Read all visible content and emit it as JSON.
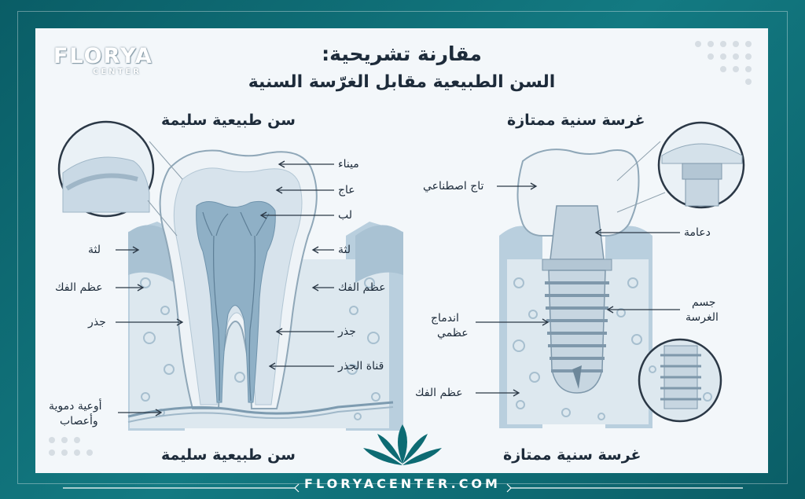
{
  "brand": {
    "logo_main": "FLORYA",
    "logo_sub": "CENTER",
    "footer_url": "FLORYACENTER.COM"
  },
  "titles": {
    "line1": "مقارنة تشريحية:",
    "line2": "السن الطبيعية مقابل الغرّسة السنية"
  },
  "natural": {
    "header_top": "سن طبيعية سليمة",
    "header_bottom": "سن طبيعية سليمة",
    "labels": {
      "enamel": "ميناء",
      "dentin": "عاج",
      "pulp": "لب",
      "gum_right": "لثة",
      "jaw_right": "عظم الفك",
      "root_right": "جذر",
      "root_canal": "قناة الجذر",
      "gum_left": "لثة",
      "jaw_left": "عظم الفك",
      "root_left": "جذر",
      "vessels_line1": "أوعية دموية",
      "vessels_line2": "وأعصاب"
    }
  },
  "implant": {
    "header_top": "غرسة سنية ممتازة",
    "header_bottom": "غرسة سنية ممتازة",
    "labels": {
      "crown": "تاج اصطناعي",
      "abutment": "دعامة",
      "body_line1": "جسم",
      "body_line2": "الغرسة",
      "osseo_line1": "اندماج",
      "osseo_line2": "عظمي",
      "jaw": "عظم الفك"
    }
  },
  "colors": {
    "frame": "#0d6b73",
    "card": "#f3f7fa",
    "ink": "#1d2b3a",
    "tissue": "#b9cfde",
    "bone": "#dfe9f0",
    "pulp": "#8fb0c6"
  }
}
